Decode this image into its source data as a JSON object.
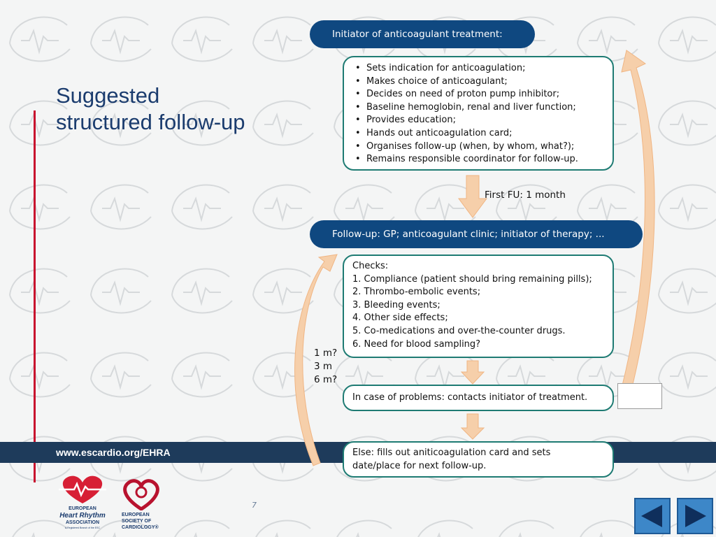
{
  "slide": {
    "title_line1": "Suggested",
    "title_line2": "structured follow-up",
    "footer_url": "www.escardio.org/EHRA",
    "page_number": "7"
  },
  "diagram": {
    "initiator_header": "Initiator of anticoagulant treatment:",
    "initiator_tasks": [
      "Sets indication for anticoagulation;",
      "Makes choice of anticoagulant;",
      "Decides on need of proton pump inhibitor;",
      "Baseline hemoglobin, renal and liver function;",
      "Provides education;",
      "Hands out anticoagulation card;",
      "Organises follow-up (when, by whom, what?);",
      "Remains responsible coordinator for follow-up."
    ],
    "first_fu_label": "First FU: 1 month",
    "followup_header": "Follow-up: GP; anticoagulant clinic; initiator of therapy; ...",
    "checks_title": "Checks:",
    "checks": [
      "1. Compliance (patient should bring remaining pills);",
      "2. Thrombo-embolic events;",
      "3. Bleeding events;",
      "4. Other side effects;",
      "5. Co-medications and over-the-counter drugs.",
      "6. Need for blood sampling?"
    ],
    "intervals": [
      "1 m?",
      "3 m",
      "6 m?"
    ],
    "problems_text": "In case of problems: contacts initiator of treatment.",
    "else_line1": "Else: fills out aniticoagulation card and sets",
    "else_line2": "date/place for next follow-up."
  },
  "logos": {
    "ehra": {
      "line1": "EUROPEAN",
      "line2": "Heart Rhythm",
      "line3": "ASSOCIATION",
      "line4": "A Registered Branch of the ESC"
    },
    "esc": {
      "line1": "EUROPEAN",
      "line2": "SOCIETY OF",
      "line3": "CARDIOLOGY®"
    }
  },
  "icons": {
    "prev": "previous-arrow-icon",
    "next": "next-arrow-icon"
  },
  "colors": {
    "pill_blue": "#0f4880",
    "box_border": "#1e7b73",
    "arrow_fill": "#f6cfaa",
    "footer_band": "#1e3b5b",
    "title_blue": "#1b3c6e",
    "accent_red": "#c8102e"
  }
}
